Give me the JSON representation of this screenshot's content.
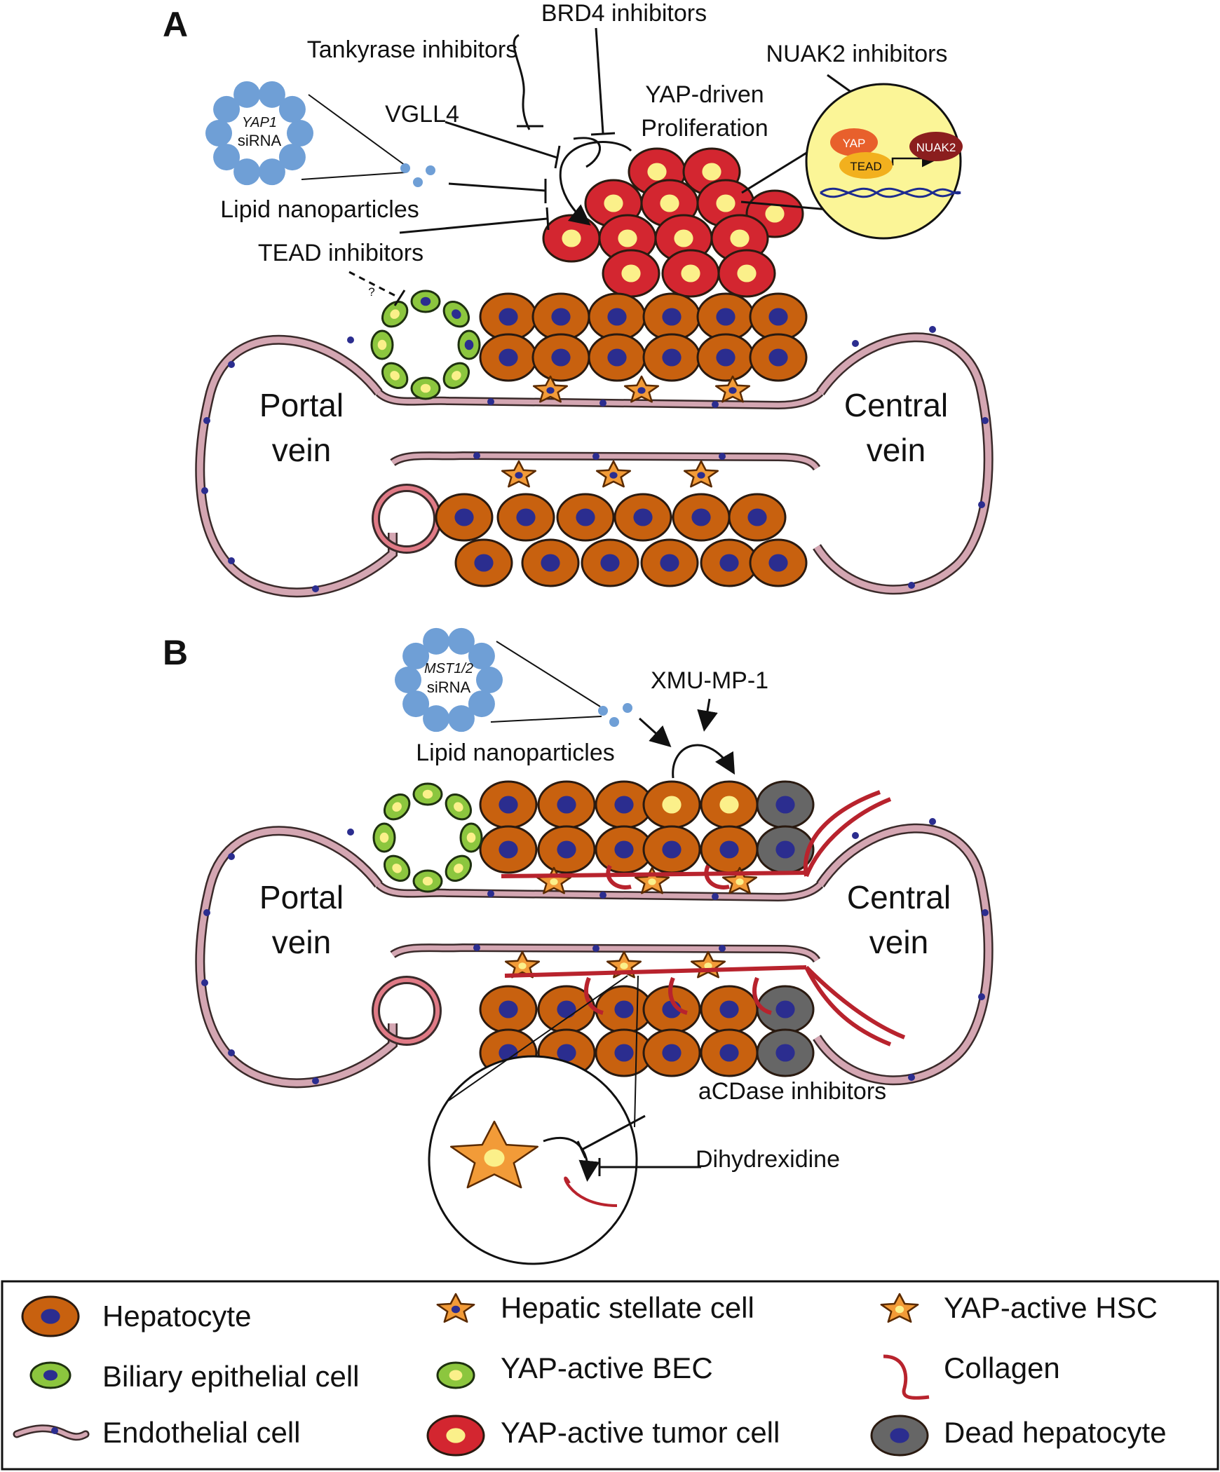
{
  "panel_a": {
    "letter": "A",
    "brd4": "BRD4 inhibitors",
    "tankyrase": "Tankyrase inhibitors",
    "nuak2_inhibitors": "NUAK2 inhibitors",
    "vgll4": "VGLL4",
    "yap_driven_1": "YAP-driven",
    "yap_driven_2": "Proliferation",
    "sirna_gene": "YAP1",
    "sirna_word": "siRNA",
    "lipid_np": "Lipid nanoparticles",
    "tead_inhibitors": "TEAD inhibitors",
    "question": "?",
    "inset_yap": "YAP",
    "inset_tead": "TEAD",
    "inset_nuak2": "NUAK2",
    "portal_1": "Portal",
    "portal_2": "vein",
    "central_1": "Central",
    "central_2": "vein"
  },
  "panel_b": {
    "letter": "B",
    "sirna_gene": "MST1/2",
    "sirna_word": "siRNA",
    "xmu": "XMU-MP-1",
    "lipid_np": "Lipid nanoparticles",
    "portal_1": "Portal",
    "portal_2": "vein",
    "central_1": "Central",
    "central_2": "vein",
    "acdase": "aCDase inhibitors",
    "dihydrexidine": "Dihydrexidine"
  },
  "legend": {
    "hepatocyte": "Hepatocyte",
    "bec": "Biliary epithelial cell",
    "endothelial": "Endothelial cell",
    "hsc": "Hepatic stellate cell",
    "yap_bec": "YAP-active BEC",
    "yap_tumor": "YAP-active tumor cell",
    "yap_hsc": "YAP-active HSC",
    "collagen": "Collagen",
    "dead": "Dead hepatocyte"
  },
  "colors": {
    "hepatocyte_fill": "#c8610f",
    "nucleus": "#2b2d8f",
    "tumor_fill": "#d32630",
    "yap_nucleus": "#fbf08a",
    "bec_fill": "#8cc63e",
    "endothelial_fill": "#d4a6b2",
    "hsc_fill": "#f29b38",
    "dead_fill": "#666666",
    "collagen": "#b8232d",
    "sirna_ball": "#6f9fd6",
    "inset_bg": "#fbf597"
  }
}
